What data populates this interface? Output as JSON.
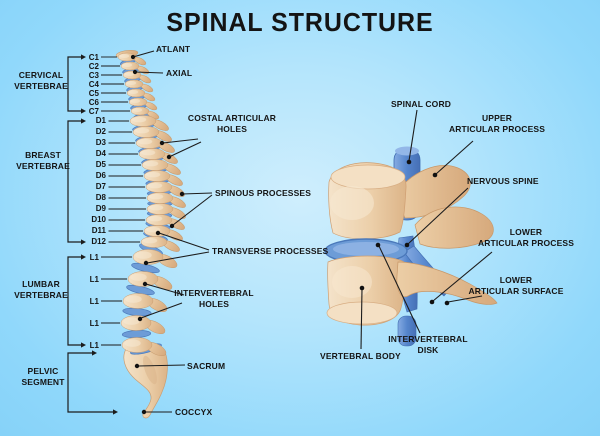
{
  "title": "SPINAL STRUCTURE",
  "left": {
    "groups": {
      "cervical": {
        "line1": "CERVICAL",
        "line2": "VERTEBRAE"
      },
      "breast": {
        "line1": "BREAST",
        "line2": "VERTEBRAE"
      },
      "lumbar": {
        "line1": "LUMBAR",
        "line2": "VERTEBRAE"
      },
      "pelvic": {
        "line1": "PELVIC",
        "line2": "SEGMENT"
      }
    },
    "cervical_items": [
      "C1",
      "C2",
      "C3",
      "C4",
      "C5",
      "C6",
      "C7"
    ],
    "breast_items": [
      "D1",
      "D2",
      "D3",
      "D4",
      "D5",
      "D6",
      "D7",
      "D8",
      "D9",
      "D10",
      "D11",
      "D12"
    ],
    "lumbar_items": [
      "L1",
      "L1",
      "L1",
      "L1",
      "L1"
    ],
    "annotations": {
      "atlant": "ATLANT",
      "axial": "AXIAL",
      "costal": {
        "line1": "COSTAL ARTICULAR",
        "line2": "HOLES"
      },
      "spinous": "SPINOUS PROCESSES",
      "transverse": "TRANSVERSE PROCESSES",
      "intervertebral_holes": {
        "line1": "INTERVERTEBRAL",
        "line2": "HOLES"
      },
      "sacrum": "SACRUM",
      "coccyx": "COCCYX"
    }
  },
  "right": {
    "annotations": {
      "spinal_cord": "SPINAL CORD",
      "upper_articular_process": {
        "line1": "UPPER",
        "line2": "ARTICULAR PROCESS"
      },
      "nervous_spine": "NERVOUS SPINE",
      "lower_articular_process": {
        "line1": "LOWER",
        "line2": "ARTICULAR PROCESS"
      },
      "lower_articular_surface": {
        "line1": "LOWER",
        "line2": "ARTICULAR SURFACE"
      },
      "intervertebral_disk": {
        "line1": "INTERVERTEBRAL",
        "line2": "DISK"
      },
      "vertebral_body": "VERTEBRAL BODY"
    }
  },
  "colors": {
    "background_center": "#cfeefd",
    "background_edge": "#86d2f8",
    "bone": "#eccfa9",
    "bone_shadow": "#d9af82",
    "disk_blue": "#6d9cd7",
    "cord_blue": "#5585cc",
    "line": "#1c1c1c",
    "text": "#151515"
  }
}
